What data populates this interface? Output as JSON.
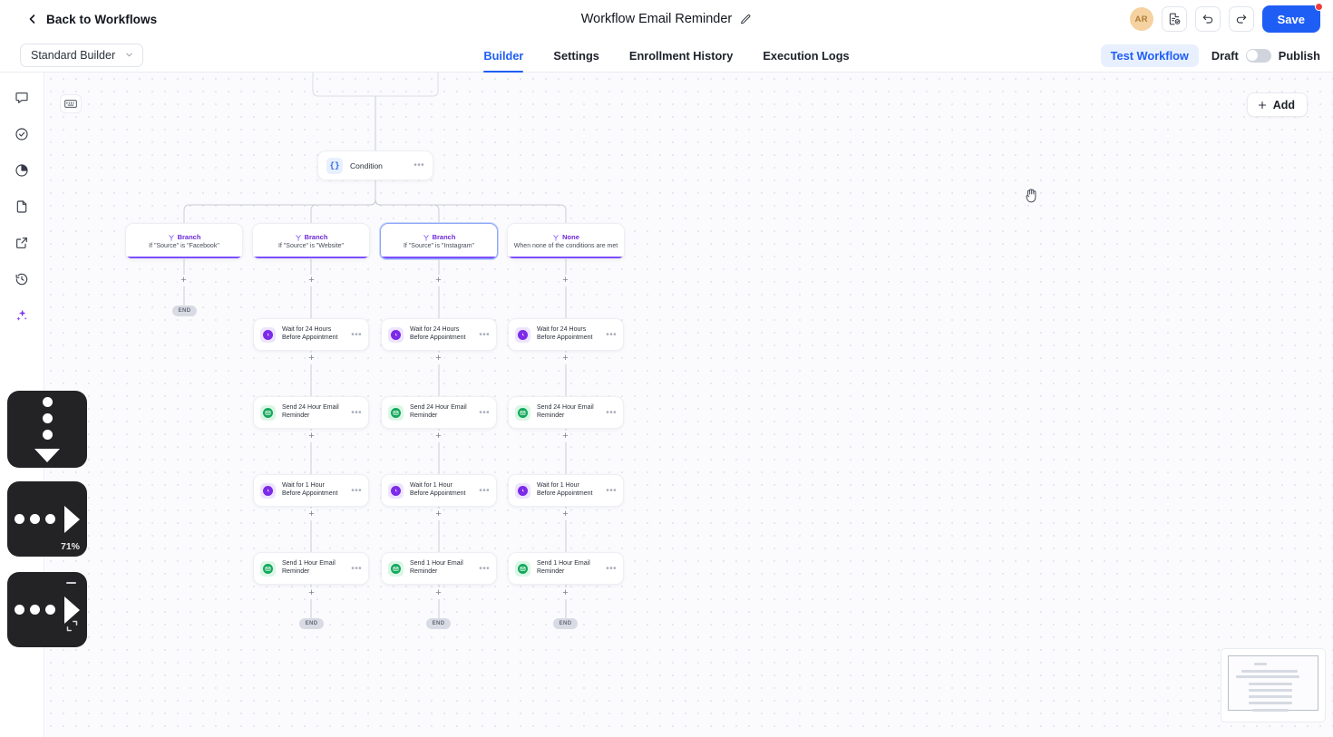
{
  "topbar": {
    "back_label": "Back to Workflows",
    "back_icon": "chevron-left-icon",
    "workflow_title": "Workflow Email Reminder",
    "edit_icon": "pencil-icon",
    "avatar_initials": "AR",
    "notes_icon": "document-check-icon",
    "undo_icon": "undo-arrow-icon",
    "redo_icon": "redo-arrow-icon",
    "save_label": "Save",
    "save_badge": true,
    "accent_color": "#1f5ef5",
    "badge_color": "#ef3d3d"
  },
  "subbar": {
    "builder_select_value": "Standard Builder",
    "builder_select_icon": "chevron-down-icon",
    "tabs": [
      {
        "label": "Builder",
        "active": true
      },
      {
        "label": "Settings",
        "active": false
      },
      {
        "label": "Enrollment History",
        "active": false
      },
      {
        "label": "Execution Logs",
        "active": false
      }
    ],
    "test_workflow_label": "Test Workflow",
    "draft_label": "Draft",
    "publish_label": "Publish",
    "toggle_state": "off"
  },
  "rail": {
    "items": [
      {
        "icon": "chat-bubble-icon"
      },
      {
        "icon": "check-circle-icon"
      },
      {
        "icon": "pie-chart-icon"
      },
      {
        "icon": "document-icon"
      },
      {
        "icon": "external-link-icon"
      },
      {
        "icon": "history-clock-icon"
      },
      {
        "icon": "ai-sparkle-icon"
      }
    ]
  },
  "canvas": {
    "keyboard_shortcut_icon": "keyboard-icon",
    "add_button_label": "Add",
    "add_button_icon": "plus-icon",
    "cursor": "grab-hand-cursor",
    "end_label": "END",
    "plus_label": "+"
  },
  "flow": {
    "condition_node": {
      "label": "Condition",
      "icon": "curly-braces-icon",
      "menu_icon": "ellipsis-icon"
    },
    "branches": [
      {
        "kind": "Branch",
        "condition": "If \"Source\" is \"Facebook\"",
        "icon": "branch-fork-icon",
        "selected": false,
        "steps": [],
        "terminal": "END"
      },
      {
        "kind": "Branch",
        "condition": "If \"Source\" is \"Website\"",
        "icon": "branch-fork-icon",
        "selected": false,
        "steps": [
          {
            "label": "Wait for 24 Hours Before Appointment",
            "type": "wait",
            "icon": "clock-icon"
          },
          {
            "label": "Send 24 Hour Email Reminder",
            "type": "mail",
            "icon": "envelope-icon"
          },
          {
            "label": "Wait for 1 Hour Before Appointment",
            "type": "wait",
            "icon": "clock-icon"
          },
          {
            "label": "Send 1 Hour Email Reminder",
            "type": "mail",
            "icon": "envelope-icon"
          }
        ],
        "terminal": "END"
      },
      {
        "kind": "Branch",
        "condition": "If \"Source\" is \"Instagram\"",
        "icon": "branch-fork-icon",
        "selected": true,
        "steps": [
          {
            "label": "Wait for 24 Hours Before Appointment",
            "type": "wait",
            "icon": "clock-icon"
          },
          {
            "label": "Send 24 Hour Email Reminder",
            "type": "mail",
            "icon": "envelope-icon"
          },
          {
            "label": "Wait for 1 Hour Before Appointment",
            "type": "wait",
            "icon": "clock-icon"
          },
          {
            "label": "Send 1 Hour Email Reminder",
            "type": "mail",
            "icon": "envelope-icon"
          }
        ],
        "terminal": "END"
      },
      {
        "kind": "None",
        "condition": "When none of the conditions are met",
        "icon": "branch-fork-icon",
        "selected": false,
        "steps": [
          {
            "label": "Wait for 24 Hours Before Appointment",
            "type": "wait",
            "icon": "clock-icon"
          },
          {
            "label": "Send 24 Hour Email Reminder",
            "type": "mail",
            "icon": "envelope-icon"
          },
          {
            "label": "Wait for 1 Hour Before Appointment",
            "type": "wait",
            "icon": "clock-icon"
          },
          {
            "label": "Send 1 Hour Email Reminder",
            "type": "mail",
            "icon": "envelope-icon"
          }
        ],
        "terminal": "END"
      }
    ],
    "branch_accent_color": "#7c4dff",
    "wait_icon_color": "#7c2ae8",
    "mail_icon_color": "#12a95b"
  },
  "overlays": {
    "panel_1": {
      "icon": "three-dots-vertical-with-down-arrow"
    },
    "panel_2": {
      "icon": "three-dots-with-right-arrow",
      "zoom_level": "71%"
    },
    "panel_3": {
      "icon": "three-dots-with-right-arrow-expand"
    }
  },
  "minimap": {
    "name": "workflow-minimap"
  }
}
